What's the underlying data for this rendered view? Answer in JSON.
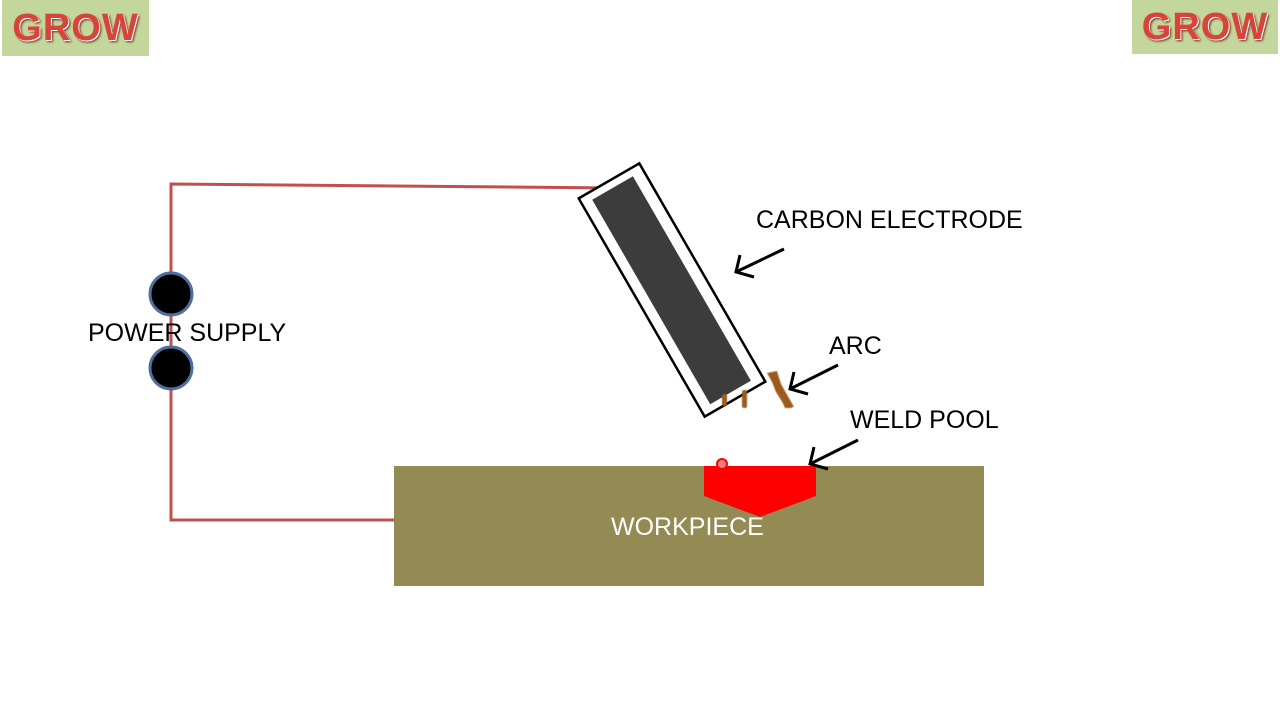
{
  "logo": {
    "text": "GROW"
  },
  "labels": {
    "power_supply": "POWER SUPPLY",
    "carbon_electrode": "CARBON ELECTRODE",
    "arc": "ARC",
    "weld_pool": "WELD POOL",
    "workpiece": "WORKPIECE"
  },
  "colors": {
    "wire": "#c0504d",
    "terminal": "#000000",
    "terminal_ring": "#4f6f9f",
    "electrode_core": "#3c3c3c",
    "workpiece": "#948a54",
    "weld_pool": "#ff0000",
    "arc": "#9c5a1c",
    "logo_bg": "#c3d69b",
    "logo_text": "#d9443a"
  }
}
